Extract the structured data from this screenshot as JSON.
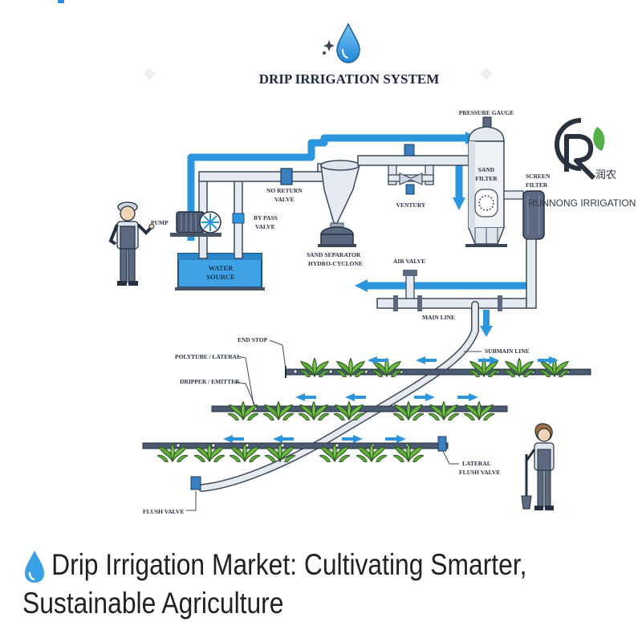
{
  "diagram": {
    "title": "DRIP IRRIGATION SYSTEM",
    "labels": {
      "pressure_gauge": "PRESSURE GAUGE",
      "pump": "PUMP",
      "no_return_valve_1": "NO RETURN",
      "no_return_valve_2": "VALVE",
      "bypass_valve_1": "BY PASS",
      "bypass_valve_2": "VALVE",
      "water_source_1": "WATER",
      "water_source_2": "SOURCE",
      "sand_filter_1": "SAND",
      "sand_filter_2": "FILTER",
      "screen_filter_1": "SCREEN",
      "screen_filter_2": "FILTER",
      "ventury": "VENTURY",
      "sand_separator_1": "SAND SEPARATOR",
      "sand_separator_2": "HYDRO-CYCLONE",
      "air_valve": "AIR VALVE",
      "main_line": "MAIN LINE",
      "end_stop": "END STOP",
      "submain_line": "SUBMAIN LINE",
      "polytube_lateral": "POLYTUBE / LATERAL",
      "dripper_emitter": "DRIPPER / EMITTER",
      "lateral_flush_valve_1": "LATERAL",
      "lateral_flush_valve_2": "FLUSH VALVE",
      "flush_valve": "FLUSH VALVE"
    }
  },
  "brand": {
    "name": "RUNNONG IRRIGATION",
    "chinese_mark": "润农"
  },
  "caption": {
    "text": "Drip Irrigation Market: Cultivating Smarter, Sustainable Agriculture"
  },
  "colors": {
    "water_blue": "#2b95de",
    "pipe_fill": "#e6ebf1",
    "pipe_outline": "#3d4a5c",
    "plant_green": "#5fae3a",
    "caption_text": "#1f2124"
  }
}
